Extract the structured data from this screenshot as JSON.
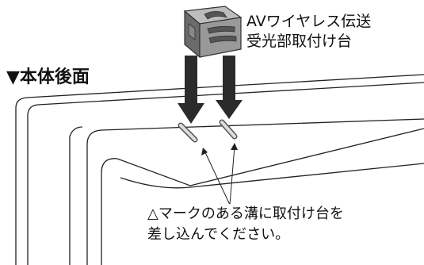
{
  "title": "▼本体後面",
  "part_label": {
    "lines": [
      "AVワイヤレス伝送",
      "受光部取付け台"
    ]
  },
  "instruction": {
    "lines": [
      "△マークのある溝に取付け台を",
      "差し込んでください。"
    ]
  }
}
